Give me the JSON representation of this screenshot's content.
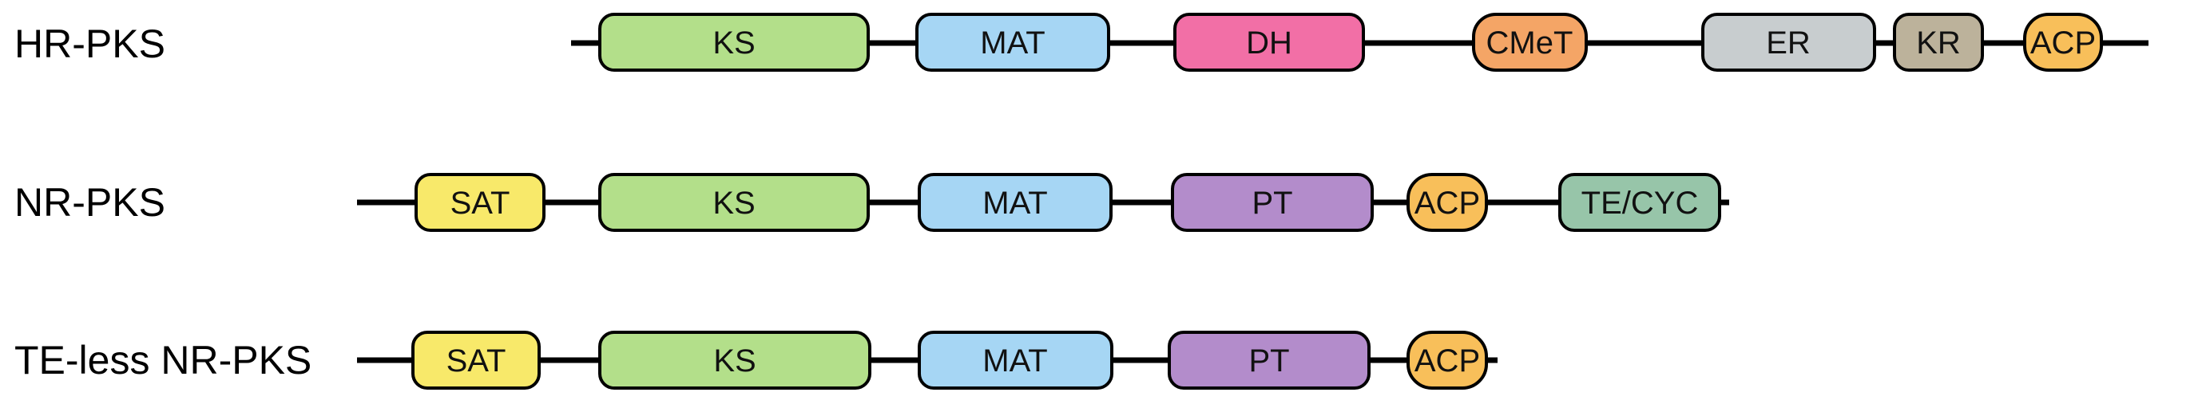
{
  "rows": [
    {
      "label": "HR-PKS",
      "domains": [
        {
          "name": "KS",
          "color": "#b3df8a"
        },
        {
          "name": "MAT",
          "color": "#a6d6f4"
        },
        {
          "name": "DH",
          "color": "#f26fa6"
        },
        {
          "name": "CMeT",
          "color": "#f4a566"
        },
        {
          "name": "ER",
          "color": "#c8cdcf"
        },
        {
          "name": "KR",
          "color": "#bcb29b"
        },
        {
          "name": "ACP",
          "color": "#f8bf5a"
        }
      ]
    },
    {
      "label": "NR-PKS",
      "domains": [
        {
          "name": "SAT",
          "color": "#f8e96a"
        },
        {
          "name": "KS",
          "color": "#b3df8a"
        },
        {
          "name": "MAT",
          "color": "#a6d6f4"
        },
        {
          "name": "PT",
          "color": "#b38ccb"
        },
        {
          "name": "ACP",
          "color": "#f8bf5a"
        },
        {
          "name": "TE/CYC",
          "color": "#97c5a9"
        }
      ]
    },
    {
      "label": "TE-less NR-PKS",
      "domains": [
        {
          "name": "SAT",
          "color": "#f8e96a"
        },
        {
          "name": "KS",
          "color": "#b3df8a"
        },
        {
          "name": "MAT",
          "color": "#a6d6f4"
        },
        {
          "name": "PT",
          "color": "#b38ccb"
        },
        {
          "name": "ACP",
          "color": "#f8bf5a"
        }
      ]
    }
  ]
}
